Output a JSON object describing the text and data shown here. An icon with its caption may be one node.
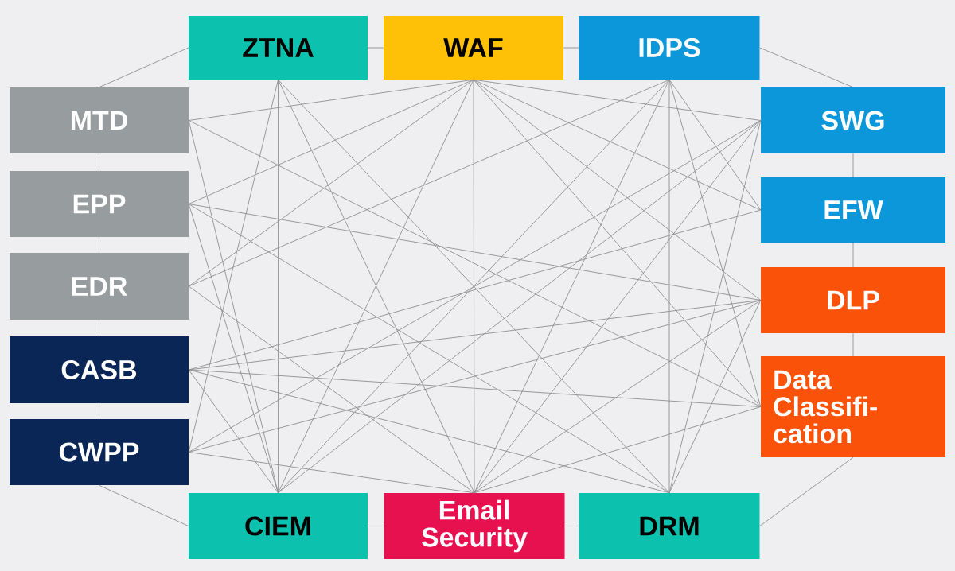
{
  "diagram": {
    "nodes": [
      {
        "text": [
          "ZTNA"
        ]
      },
      {
        "text": [
          "WAF"
        ]
      },
      {
        "text": [
          "IDPS"
        ]
      },
      {
        "text": [
          "MTD"
        ]
      },
      {
        "text": [
          "EPP"
        ]
      },
      {
        "text": [
          "EDR"
        ]
      },
      {
        "text": [
          "CASB"
        ]
      },
      {
        "text": [
          "CWPP"
        ]
      },
      {
        "text": [
          "SWG"
        ]
      },
      {
        "text": [
          "EFW"
        ]
      },
      {
        "text": [
          "DLP"
        ]
      },
      {
        "text": [
          "Data Classifi-cation"
        ]
      },
      {
        "text": [
          "CIEM"
        ]
      },
      {
        "text": [
          "Email Security"
        ]
      },
      {
        "text": [
          "DRM"
        ]
      }
    ],
    "edges": [
      {
        "from": 0,
        "to": 1,
        "arrow": "none"
      },
      {
        "from": 1,
        "to": 2,
        "arrow": "none"
      },
      {
        "from": 2,
        "to": 8,
        "arrow": "none"
      },
      {
        "from": 8,
        "to": 9,
        "arrow": "none"
      },
      {
        "from": 9,
        "to": 10,
        "arrow": "none"
      },
      {
        "from": 10,
        "to": 11,
        "arrow": "none"
      },
      {
        "from": 11,
        "to": 14,
        "arrow": "none"
      },
      {
        "from": 14,
        "to": 13,
        "arrow": "none"
      },
      {
        "from": 13,
        "to": 12,
        "arrow": "none"
      },
      {
        "from": 12,
        "to": 7,
        "arrow": "none"
      },
      {
        "from": 7,
        "to": 6,
        "arrow": "none"
      },
      {
        "from": 6,
        "to": 5,
        "arrow": "none"
      },
      {
        "from": 5,
        "to": 4,
        "arrow": "none"
      },
      {
        "from": 4,
        "to": 3,
        "arrow": "none"
      },
      {
        "from": 3,
        "to": 0,
        "arrow": "none"
      },
      {
        "from": 0,
        "to": 7,
        "arrow": "none"
      },
      {
        "from": 0,
        "to": 12,
        "arrow": "none"
      },
      {
        "from": 0,
        "to": 13,
        "arrow": "none"
      },
      {
        "from": 0,
        "to": 14,
        "arrow": "none"
      },
      {
        "from": 1,
        "to": 3,
        "arrow": "none"
      },
      {
        "from": 1,
        "to": 4,
        "arrow": "none"
      },
      {
        "from": 1,
        "to": 5,
        "arrow": "none"
      },
      {
        "from": 1,
        "to": 12,
        "arrow": "none"
      },
      {
        "from": 1,
        "to": 13,
        "arrow": "none"
      },
      {
        "from": 1,
        "to": 8,
        "arrow": "none"
      },
      {
        "from": 1,
        "to": 9,
        "arrow": "none"
      },
      {
        "from": 1,
        "to": 10,
        "arrow": "none"
      },
      {
        "from": 1,
        "to": 11,
        "arrow": "none"
      },
      {
        "from": 2,
        "to": 5,
        "arrow": "none"
      },
      {
        "from": 2,
        "to": 12,
        "arrow": "none"
      },
      {
        "from": 2,
        "to": 13,
        "arrow": "none"
      },
      {
        "from": 2,
        "to": 14,
        "arrow": "none"
      },
      {
        "from": 2,
        "to": 11,
        "arrow": "none"
      },
      {
        "from": 2,
        "to": 9,
        "arrow": "none"
      },
      {
        "from": 12,
        "to": 3,
        "arrow": "none"
      },
      {
        "from": 12,
        "to": 4,
        "arrow": "none"
      },
      {
        "from": 12,
        "to": 6,
        "arrow": "none"
      },
      {
        "from": 12,
        "to": 8,
        "arrow": "none"
      },
      {
        "from": 13,
        "to": 8,
        "arrow": "none"
      },
      {
        "from": 13,
        "to": 10,
        "arrow": "none"
      },
      {
        "from": 13,
        "to": 11,
        "arrow": "none"
      },
      {
        "from": 13,
        "to": 5,
        "arrow": "none"
      },
      {
        "from": 13,
        "to": 7,
        "arrow": "none"
      },
      {
        "from": 14,
        "to": 6,
        "arrow": "none"
      },
      {
        "from": 14,
        "to": 8,
        "arrow": "none"
      },
      {
        "from": 14,
        "to": 10,
        "arrow": "none"
      },
      {
        "from": 14,
        "to": 4,
        "arrow": "none"
      },
      {
        "from": 8,
        "to": 7,
        "arrow": "none"
      },
      {
        "from": 9,
        "to": 6,
        "arrow": "none"
      },
      {
        "from": 4,
        "to": 10,
        "arrow": "none"
      },
      {
        "from": 10,
        "to": 6,
        "arrow": "none"
      },
      {
        "from": 10,
        "to": 7,
        "arrow": "none"
      },
      {
        "from": 11,
        "to": 3,
        "arrow": "none"
      },
      {
        "from": 11,
        "to": 6,
        "arrow": "none"
      }
    ]
  }
}
